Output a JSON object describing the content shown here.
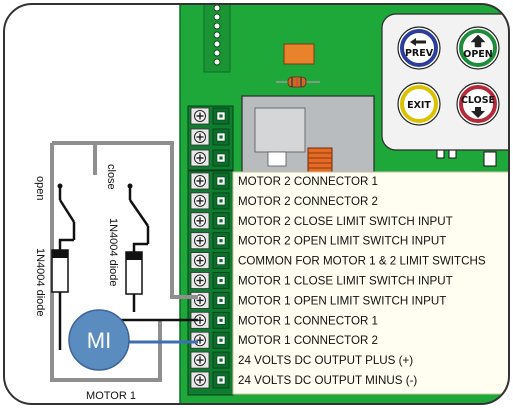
{
  "colors": {
    "board_green": "#1fa83a",
    "board_dark": "#0d6d2a",
    "label_box_bg": "#fffef0",
    "wire_gray": "#8f8f8f",
    "wire_black": "#111111",
    "wire_blue": "#3f6eb5",
    "motor_fill": "#5b8cbf",
    "button_prev": "#2b3f9a",
    "button_open": "#1e8c3a",
    "button_exit": "#d9c300",
    "button_close": "#b32a3a"
  },
  "buttons": [
    {
      "id": "prev",
      "label": "PREV"
    },
    {
      "id": "open",
      "label": "OPEN"
    },
    {
      "id": "exit",
      "label": "EXIT"
    },
    {
      "id": "close",
      "label": "CLOSE"
    }
  ],
  "terminal_labels": [
    "MOTOR 2 CONNECTOR 1",
    "MOTOR 2 CONNECTOR  2",
    "MOTOR 2 CLOSE LIMIT SWITCH INPUT",
    "MOTOR 2 OPEN LIMIT SWITCH INPUT",
    "COMMON FOR MOTOR 1 & 2 LIMIT SWITCHS",
    "MOTOR 1 CLOSE LIMIT SWITCH INPUT",
    "MOTOR 1 OPEN LIMIT SWITCH INPUT",
    "MOTOR 1 CONNECTOR 1",
    "MOTOR 1 CONNECTOR  2",
    "24 VOLTS DC OUTPUT PLUS (+)",
    "24 VOLTS DC OUTPUT MINUS (-)"
  ],
  "wiring": {
    "open_switch": "open",
    "close_switch": "close",
    "diode_left": "1N4004 diode",
    "diode_right": "1N4004 diode",
    "motor_symbol": "MI",
    "motor_caption": "MOTOR 1"
  }
}
